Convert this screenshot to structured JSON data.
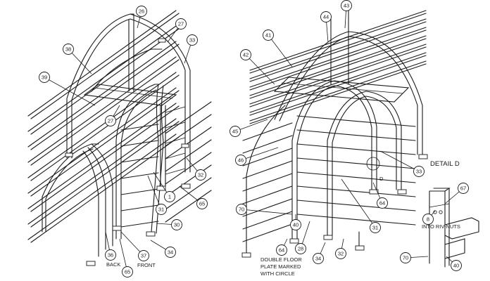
{
  "callouts_left": [
    "26",
    "27",
    "33",
    "38",
    "39",
    "27",
    "31",
    "1",
    "32",
    "65",
    "30",
    "36",
    "37",
    "34",
    "65"
  ],
  "callouts_right": [
    "43",
    "44",
    "41",
    "42",
    "45",
    "46",
    "33",
    "64",
    "31",
    "70",
    "40",
    "64",
    "28",
    "34",
    "32"
  ],
  "callouts_detail": [
    "67",
    "8",
    "70",
    "40"
  ],
  "labels": {
    "back": "BACK",
    "front": "FRONT",
    "detail_title": "DETAIL D",
    "detail_marker": "D",
    "into_riv_nuts": "INTO RIV-NUTS",
    "double_floor_1": "DOUBLE FLOOR",
    "double_floor_2": "PLATE MARKED",
    "double_floor_3": "WITH CIRCLE"
  }
}
